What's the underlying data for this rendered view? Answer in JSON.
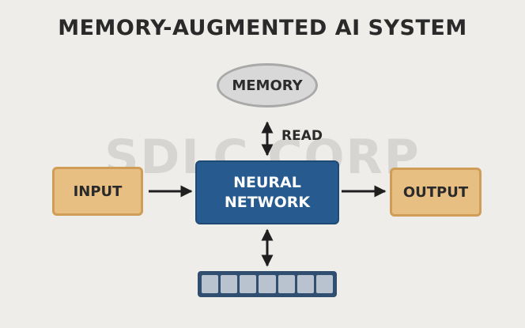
{
  "title": "MEMORY-AUGMENTED AI SYSTEM",
  "watermark": "SDLC CORP",
  "nodes": {
    "memory": "MEMORY",
    "input": "INPUT",
    "neural_line1": "NEURAL",
    "neural_line2": "NETWORK",
    "output": "OUTPUT"
  },
  "edges": {
    "memory_network_label": "READ"
  },
  "buffer": {
    "cell_count": 7
  },
  "colors": {
    "background": "#efede9",
    "neural_fill": "#275a8f",
    "io_fill": "#e8bf83",
    "io_border": "#cf9d55",
    "memory_fill": "#d8d8d8",
    "buffer_frame": "#2f4e70",
    "buffer_cell": "#b8c3cf"
  }
}
